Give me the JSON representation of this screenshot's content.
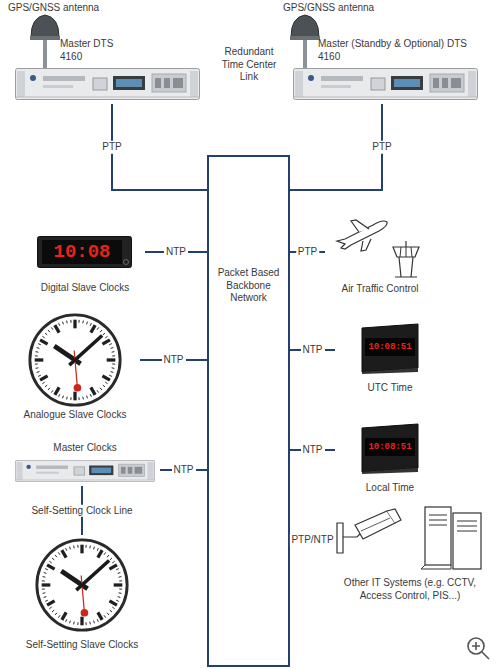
{
  "diagram": {
    "nodes": [
      {
        "text": [
          "Master DTS 4160"
        ]
      },
      {
        "text": [
          "Master (Standby & Optional) DTS 4160"
        ]
      },
      {
        "text": [
          "Packet Based Backbone Network"
        ]
      },
      {
        "text": [
          "10:08",
          "Digital Slave Clocks"
        ]
      },
      {
        "text": [
          "Analogue Slave Clocks"
        ]
      },
      {
        "text": [
          "Master Clocks"
        ]
      },
      {
        "text": [
          "Self-Setting Slave Clocks"
        ]
      },
      {
        "text": [
          "Air Traffic Control"
        ]
      },
      {
        "text": [
          "10:08:51",
          "UTC Time"
        ]
      },
      {
        "text": [
          "10:08:51",
          "Local Time"
        ]
      },
      {
        "text": [
          "Other IT Systems (e.g. CCTV, Access Control, PIS...)"
        ]
      }
    ],
    "edges": [
      {
        "from": 0,
        "to": 2,
        "label": "PTP",
        "arrow": "none"
      },
      {
        "from": 1,
        "to": 2,
        "label": "PTP",
        "arrow": "none"
      },
      {
        "from": 3,
        "to": 2,
        "label": "NTP",
        "arrow": "none"
      },
      {
        "from": 4,
        "to": 2,
        "label": "NTP",
        "arrow": "none"
      },
      {
        "from": 5,
        "to": 2,
        "label": "NTP",
        "arrow": "none"
      },
      {
        "from": 5,
        "to": 6,
        "label": "Self-Setting Clock Line",
        "arrow": "none"
      },
      {
        "from": 2,
        "to": 7,
        "label": "PTP",
        "arrow": "none"
      },
      {
        "from": 2,
        "to": 8,
        "label": "NTP",
        "arrow": "none"
      },
      {
        "from": 2,
        "to": 9,
        "label": "NTP",
        "arrow": "none"
      },
      {
        "from": 2,
        "to": 10,
        "label": "PTP/NTP",
        "arrow": "none"
      }
    ],
    "labels": [
      "GPS/GNSS antenna",
      "GPS/GNSS antenna",
      "Redundant Time Center Link"
    ]
  }
}
